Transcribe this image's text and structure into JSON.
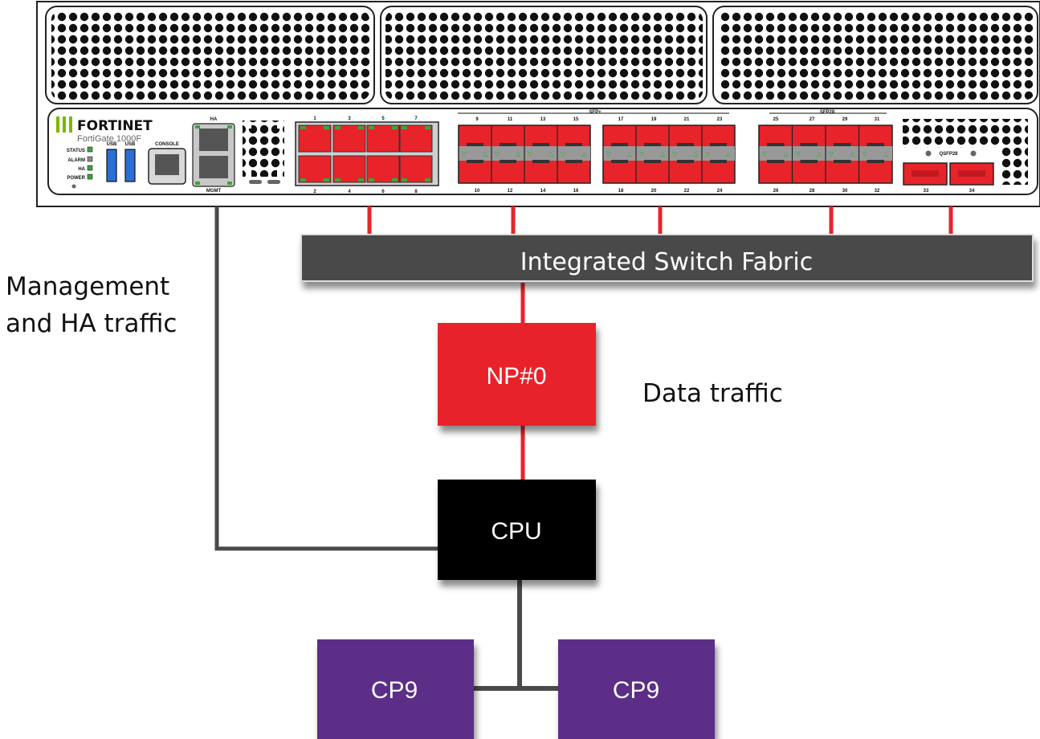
{
  "device": {
    "brand": "FORTINET",
    "model": "FortiGate 1000F",
    "leds": [
      "STATUS",
      "ALARM",
      "HA",
      "POWER"
    ],
    "usb_labels": [
      "USB",
      "USB"
    ],
    "console_label": "CONSOLE",
    "ha_label": "HA",
    "mgmt_label": "MGMT",
    "rj45_top": [
      "1",
      "3",
      "5",
      "7"
    ],
    "rj45_bottom": [
      "2",
      "4",
      "6",
      "8"
    ],
    "sfp_plus_label": "SFP+",
    "sfp_plus_group1_top": [
      "9",
      "11",
      "13",
      "15"
    ],
    "sfp_plus_group1_bottom": [
      "10",
      "12",
      "14",
      "16"
    ],
    "sfp_plus_group2_top": [
      "17",
      "19",
      "21",
      "23"
    ],
    "sfp_plus_group2_bottom": [
      "18",
      "20",
      "22",
      "24"
    ],
    "sfp28_label": "SFP28",
    "sfp28_top": [
      "25",
      "27",
      "29",
      "31"
    ],
    "sfp28_bottom": [
      "26",
      "28",
      "30",
      "32"
    ],
    "qsfp28_label": "QSFP28",
    "qsfp28_ports": [
      "33",
      "34"
    ]
  },
  "diagram": {
    "switch_fabric_label": "Integrated Switch Fabric",
    "np_label": "NP#0",
    "cpu_label": "CPU",
    "cp_labels": [
      "CP9",
      "CP9"
    ],
    "management_caption": [
      "Management",
      "and HA traffic"
    ],
    "data_caption": "Data traffic"
  },
  "colors": {
    "port_red": "#e8232a",
    "np_red": "#e8232a",
    "fabric_gray": "#4a4a4a",
    "cpu_black": "#000000",
    "cp_purple": "#5b2d87",
    "led_green": "#3aa63a",
    "usb_blue": "#2a6fd6",
    "logo_green": "#7ab800"
  }
}
